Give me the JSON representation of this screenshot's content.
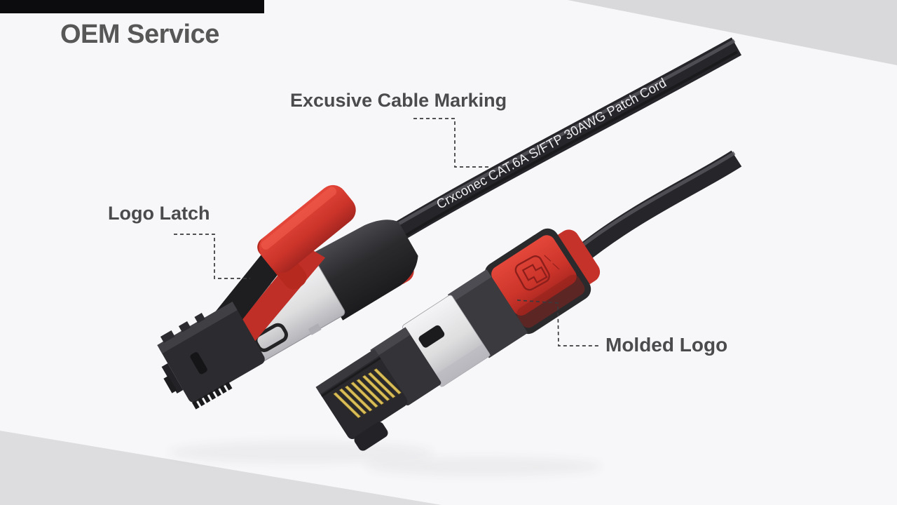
{
  "header": {
    "title": "OEM Service",
    "title_color": "#575757",
    "bar_color": "#0c0c0e"
  },
  "annotations": {
    "cable_marking": {
      "label": "Excusive Cable Marking"
    },
    "logo_latch": {
      "label": "Logo Latch"
    },
    "molded_logo": {
      "label": "Molded Logo"
    }
  },
  "product": {
    "cable_print": "Crxconec CAT.6A S/FTP 30AWG Patch Cord",
    "connector_count": "2",
    "colors": {
      "background": "#f7f7f9",
      "panel_gray_top_right": "#d9d9db",
      "panel_gray_bottom_left": "#dddde0",
      "accent_red": "#cf342b",
      "cable_black": "#26262a",
      "shield_silver": "#e9e9ec",
      "pin_gold": "#d9bd58",
      "label_gray": "#4b4b4d"
    }
  }
}
